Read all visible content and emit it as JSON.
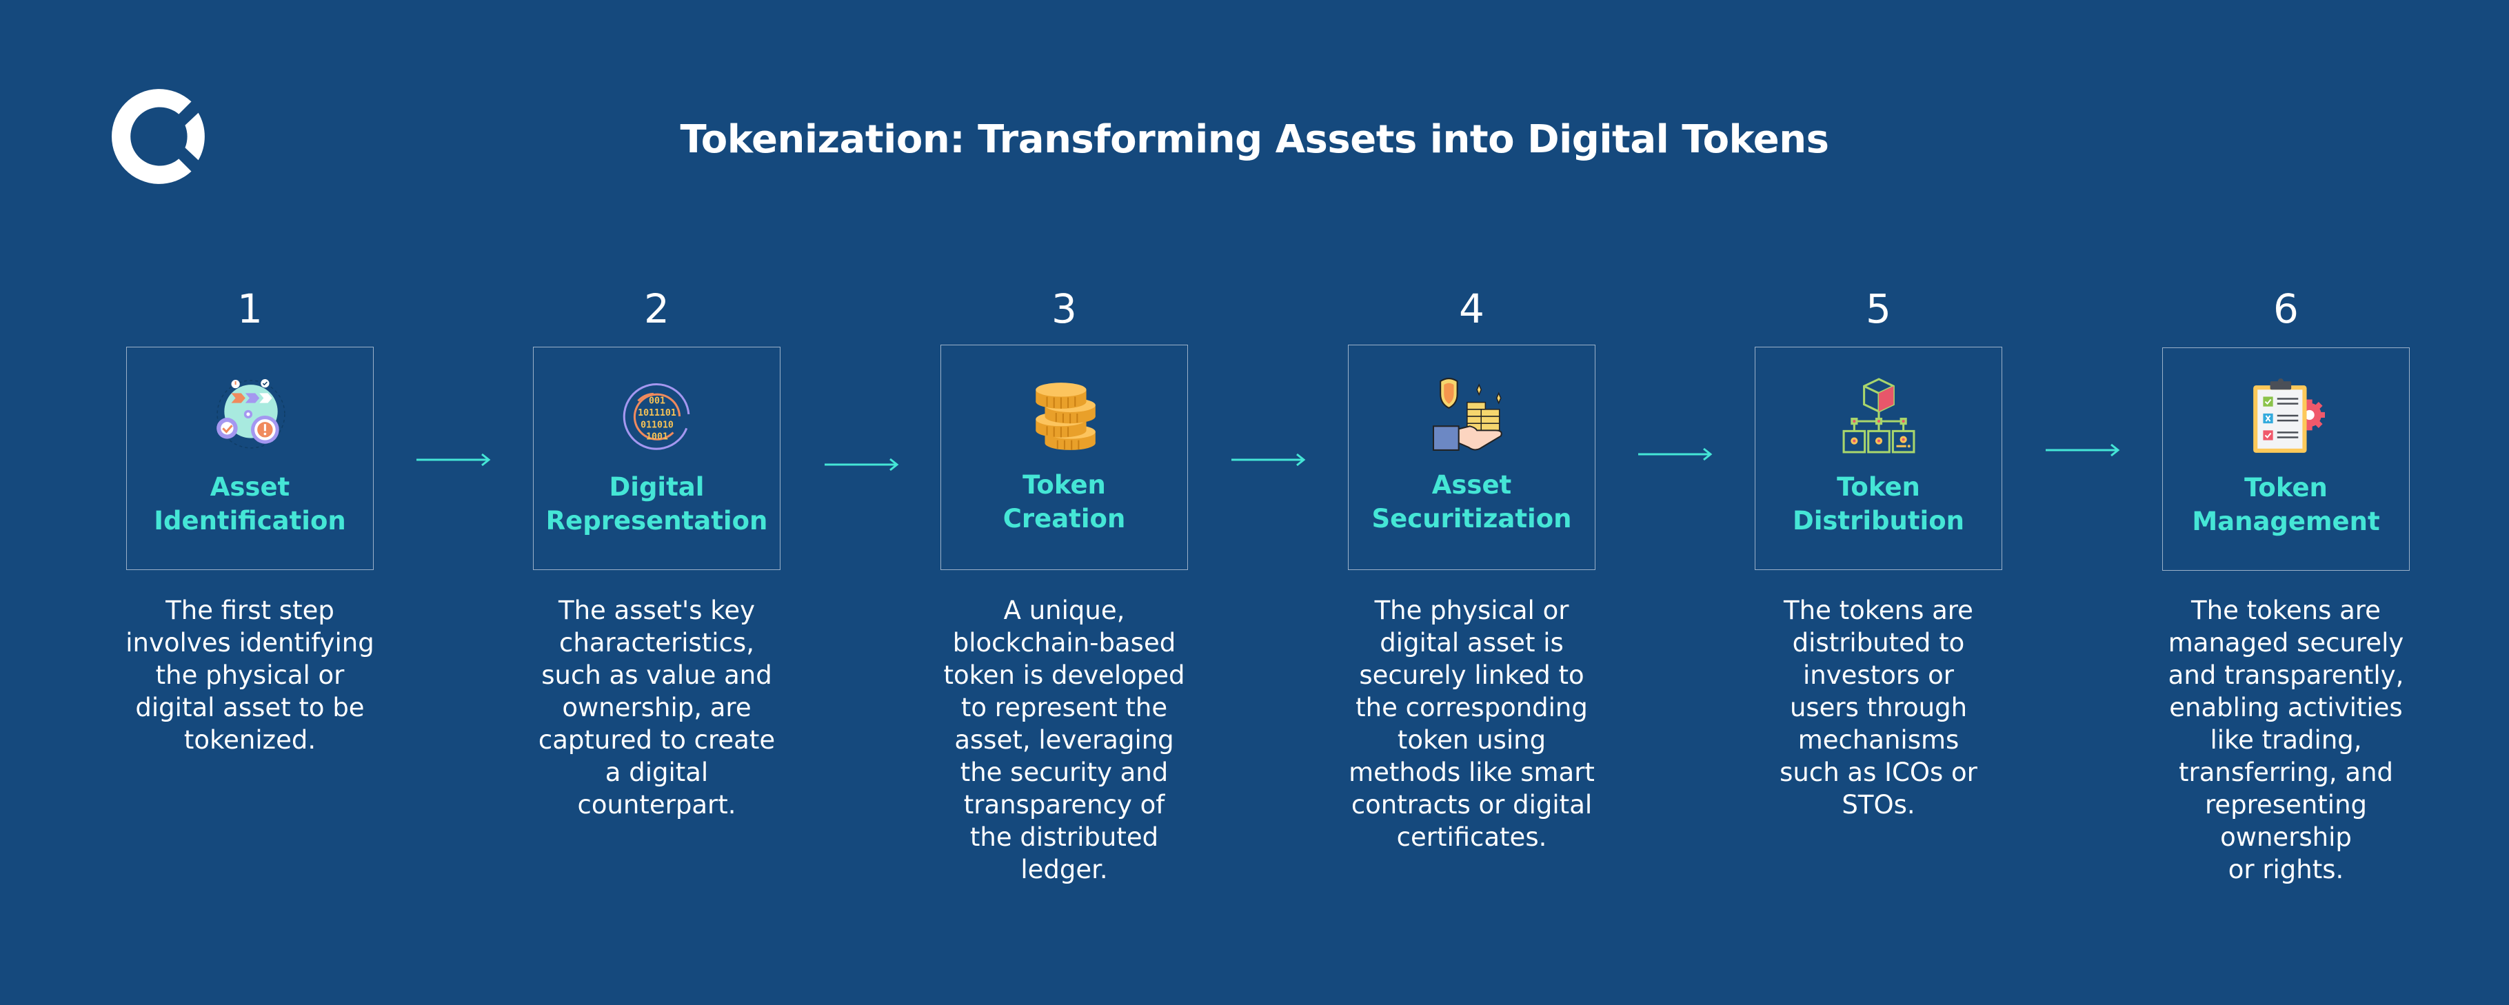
{
  "header": {
    "logo": "company-logo",
    "title": "Tokenization: Transforming Assets into Digital Tokens"
  },
  "colors": {
    "background": "#15497D",
    "accent": "#45E6D6",
    "text": "#FFFFFF",
    "card_border": "#9BB1C9"
  },
  "steps": [
    {
      "number": "1",
      "title": "Asset\nIdentification",
      "icon": "asset-identification-icon",
      "description": "The first step\ninvolves identifying\nthe physical or\ndigital asset to be\ntokenized."
    },
    {
      "number": "2",
      "title": "Digital\nRepresentation",
      "icon": "binary-code-icon",
      "description": "The asset's key\ncharacteristics,\nsuch as value and\nownership, are\ncaptured to create\na digital\ncounterpart."
    },
    {
      "number": "3",
      "title": "Token\nCreation",
      "icon": "coin-stack-icon",
      "description": "A unique,\nblockchain-based\ntoken is developed\nto represent the\nasset, leveraging\nthe security and\ntransparency of\nthe distributed\nledger."
    },
    {
      "number": "4",
      "title": "Asset\nSecuritization",
      "icon": "hand-coins-shield-icon",
      "description": "The physical or\ndigital asset is\nsecurely linked to\nthe corresponding\ntoken using\nmethods like smart\ncontracts or digital\ncertificates."
    },
    {
      "number": "5",
      "title": "Token\nDistribution",
      "icon": "distribution-network-icon",
      "description": "The tokens are\ndistributed to\ninvestors or\nusers through\nmechanisms\nsuch as ICOs or\nSTOs."
    },
    {
      "number": "6",
      "title": "Token\nManagement",
      "icon": "clipboard-gear-icon",
      "description": "The tokens are\nmanaged securely\nand transparently,\nenabling activities\nlike trading,\ntransferring, and\nrepresenting\nownership\nor rights."
    }
  ],
  "connectors": [
    {
      "from": "1",
      "to": "2",
      "icon": "arrow-right-icon"
    },
    {
      "from": "2",
      "to": "3",
      "icon": "arrow-right-icon"
    },
    {
      "from": "3",
      "to": "4",
      "icon": "arrow-right-icon"
    },
    {
      "from": "4",
      "to": "5",
      "icon": "arrow-right-icon"
    },
    {
      "from": "5",
      "to": "6",
      "icon": "arrow-right-icon"
    }
  ]
}
